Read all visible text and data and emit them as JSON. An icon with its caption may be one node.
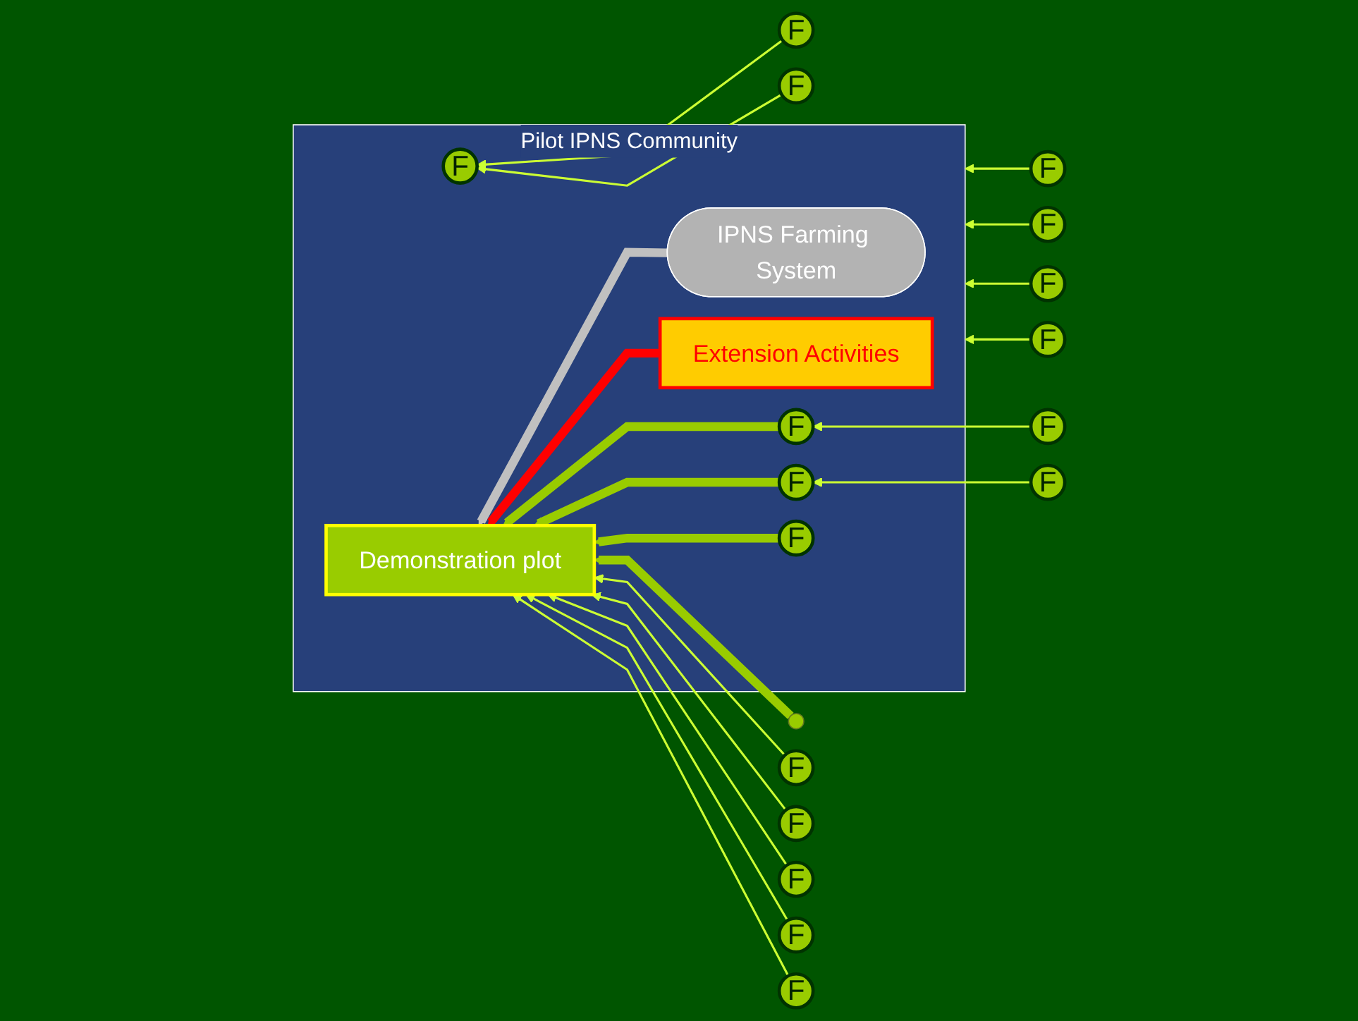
{
  "diagram": {
    "nodes": [
      {
        "text": [
          "Pilot IPNS Community"
        ]
      },
      {
        "text": [
          "IPNS Farming System"
        ],
        "in": 0
      },
      {
        "text": [
          "F"
        ],
        "in": 0
      },
      {
        "text": [
          "F"
        ],
        "in": 0
      },
      {
        "text": [
          "Demonstration plot"
        ],
        "in": 0
      },
      {
        "text": [
          "F"
        ],
        "in": 0
      },
      {
        "text": [
          "F"
        ],
        "in": 0
      },
      {
        "text": [
          "Extension Activities"
        ],
        "in": 0
      },
      {
        "text": [
          "F"
        ]
      },
      {
        "text": [
          "F"
        ]
      },
      {
        "text": [
          "F"
        ]
      },
      {
        "text": [
          "F"
        ]
      },
      {
        "text": [
          "F"
        ]
      },
      {
        "text": [
          "F"
        ]
      },
      {
        "text": [
          "F"
        ]
      },
      {
        "text": [
          "F"
        ]
      },
      {
        "text": [
          "F"
        ]
      },
      {
        "text": [
          "F"
        ]
      },
      {
        "text": [
          "F"
        ]
      },
      {
        "text": [
          "F"
        ]
      },
      {
        "text": [
          "F"
        ]
      }
    ],
    "edges": [
      {
        "from": 1,
        "to": 4,
        "arrow": "to",
        "style": "thick",
        "color": "#c0c0c0"
      },
      {
        "from": 7,
        "to": 4,
        "arrow": "to",
        "style": "thick",
        "color": "#ff0000"
      },
      {
        "from": 3,
        "to": 4,
        "arrow": "to",
        "style": "thick",
        "color": "#99cc00"
      },
      {
        "from": 5,
        "to": 4,
        "arrow": "to",
        "style": "thick",
        "color": "#99cc00"
      },
      {
        "from": 6,
        "to": 4,
        "arrow": "to",
        "style": "thick",
        "color": "#99cc00"
      },
      {
        "from": null,
        "to": 4,
        "arrow": "to",
        "style": "thick",
        "color": "#99cc00"
      },
      {
        "from": 8,
        "to": 3,
        "arrow": "to"
      },
      {
        "from": 10,
        "to": 2,
        "arrow": "to"
      },
      {
        "from": 9,
        "to": 2,
        "arrow": "to"
      },
      {
        "from": 11,
        "to": 5,
        "arrow": "to"
      },
      {
        "from": 12,
        "to": 4,
        "arrow": "to"
      },
      {
        "from": 13,
        "to": 4,
        "arrow": "to"
      },
      {
        "from": 14,
        "to": 4,
        "arrow": "to"
      },
      {
        "from": 15,
        "to": 4,
        "arrow": "to"
      },
      {
        "from": 16,
        "to": 0,
        "arrow": "to"
      },
      {
        "from": 17,
        "to": 0,
        "arrow": "to"
      },
      {
        "from": 18,
        "to": 0,
        "arrow": "to"
      },
      {
        "from": 19,
        "to": 0,
        "arrow": "to"
      },
      {
        "from": 20,
        "to": 4,
        "arrow": "to"
      }
    ]
  }
}
